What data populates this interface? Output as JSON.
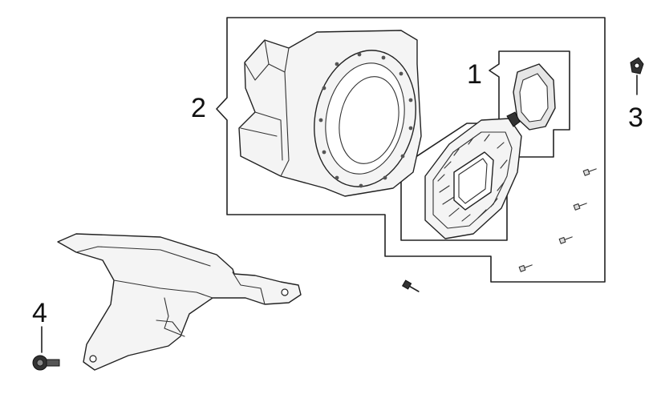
{
  "callouts": {
    "c1": "1",
    "c2": "2",
    "c3": "3",
    "c4": "4"
  },
  "colors": {
    "line": "#222222",
    "background": "#ffffff"
  }
}
